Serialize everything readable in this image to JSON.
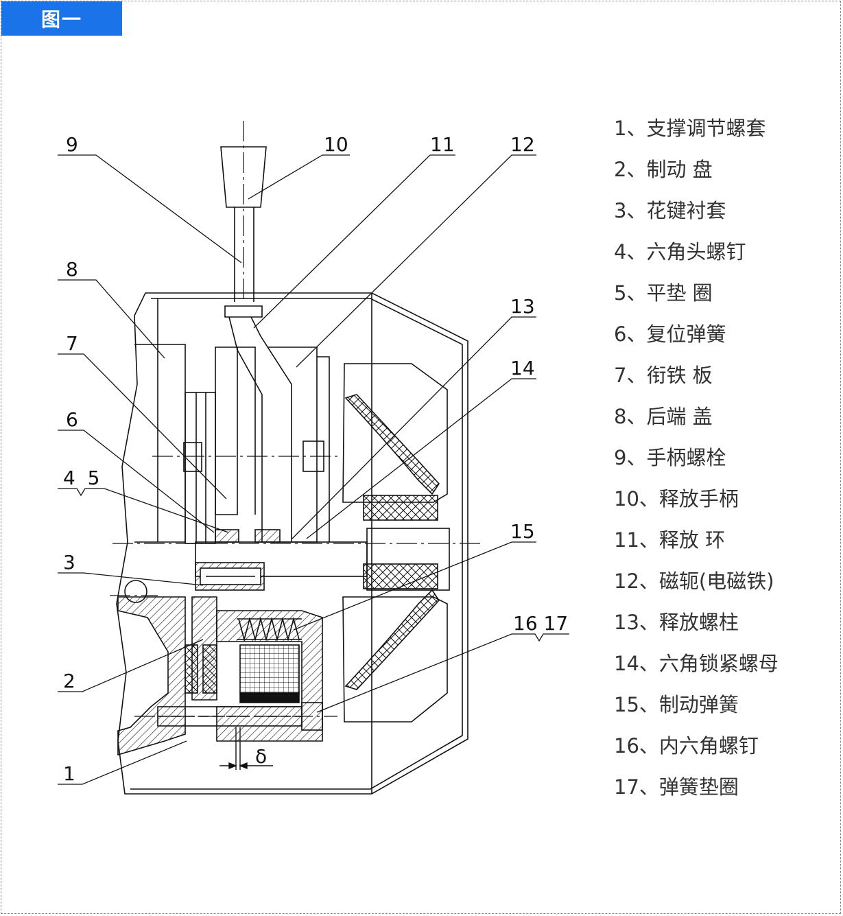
{
  "figure_tag": "图一",
  "gap_symbol": "δ",
  "callouts": [
    {
      "id": "c9",
      "text": "9"
    },
    {
      "id": "c10",
      "text": "10"
    },
    {
      "id": "c11",
      "text": "11"
    },
    {
      "id": "c12",
      "text": "12"
    },
    {
      "id": "c8",
      "text": "8"
    },
    {
      "id": "c13",
      "text": "13"
    },
    {
      "id": "c7",
      "text": "7"
    },
    {
      "id": "c14",
      "text": "14"
    },
    {
      "id": "c6",
      "text": "6"
    },
    {
      "id": "c45",
      "text": "4  5"
    },
    {
      "id": "c15",
      "text": "15"
    },
    {
      "id": "c3",
      "text": "3"
    },
    {
      "id": "c1617",
      "text": "16 17"
    },
    {
      "id": "c2",
      "text": "2"
    },
    {
      "id": "c1",
      "text": "1"
    }
  ],
  "legend": [
    "1、支撑调节螺套",
    "2、制动 盘",
    "3、花键衬套",
    "4、六角头螺钉",
    "5、平垫 圈",
    "6、复位弹簧",
    "7、衔铁 板",
    "8、后端 盖",
    "9、手柄螺栓",
    "10、释放手柄",
    "11、释放 环",
    "12、磁轭(电磁铁)",
    "13、释放螺柱",
    "14、六角锁紧螺母",
    "15、制动弹簧",
    "16、内六角螺钉",
    "17、弹簧垫圈"
  ],
  "colors": {
    "accent": "#1a73e8",
    "line": "#111111",
    "legend_text": "#333333"
  }
}
